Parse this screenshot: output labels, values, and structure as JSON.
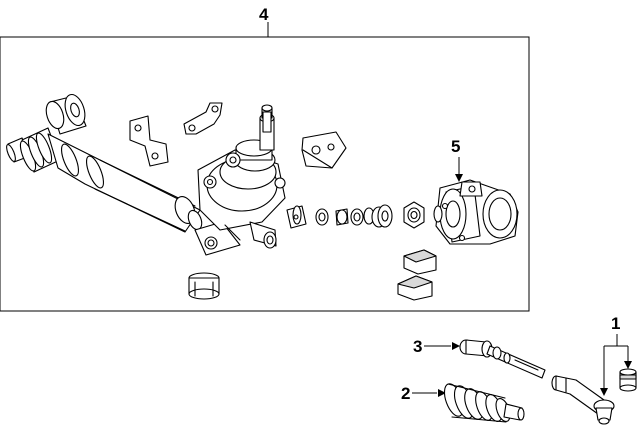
{
  "callouts": {
    "c1": "1",
    "c2": "2",
    "c3": "3",
    "c4": "4",
    "c5": "5"
  },
  "colors": {
    "line": "#000000",
    "background": "#ffffff",
    "shade": "#d9d9d9"
  }
}
